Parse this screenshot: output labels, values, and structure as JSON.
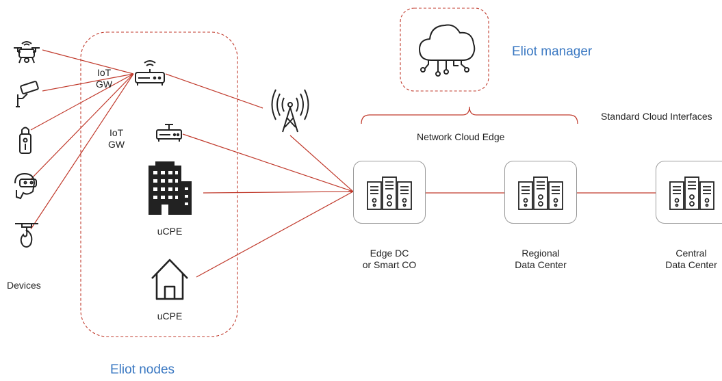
{
  "labels": {
    "iot_gw_1": "IoT\nGW",
    "iot_gw_2": "IoT\nGW",
    "ucpe_1": "uCPE",
    "ucpe_2": "uCPE",
    "devices": "Devices",
    "eliot_nodes": "Eliot nodes",
    "eliot_manager": "Eliot manager",
    "network_cloud_edge": "Network Cloud Edge",
    "standard_cloud_interfaces": "Standard Cloud Interfaces",
    "edge_dc": "Edge DC\nor Smart CO",
    "regional_dc": "Regional\nData Center",
    "central_dc": "Central\nData Center"
  },
  "icons": [
    "drone-icon",
    "cctv-camera-icon",
    "smart-lock-icon",
    "vr-headset-icon",
    "smoke-detector-icon",
    "router-icon",
    "gateway-icon",
    "office-building-icon",
    "house-icon",
    "cell-tower-icon",
    "cloud-icon",
    "server-rack-icon"
  ],
  "colors": {
    "link": "#c0392b",
    "accent_text": "#3a78c2",
    "box_border": "#9a9a9a"
  }
}
